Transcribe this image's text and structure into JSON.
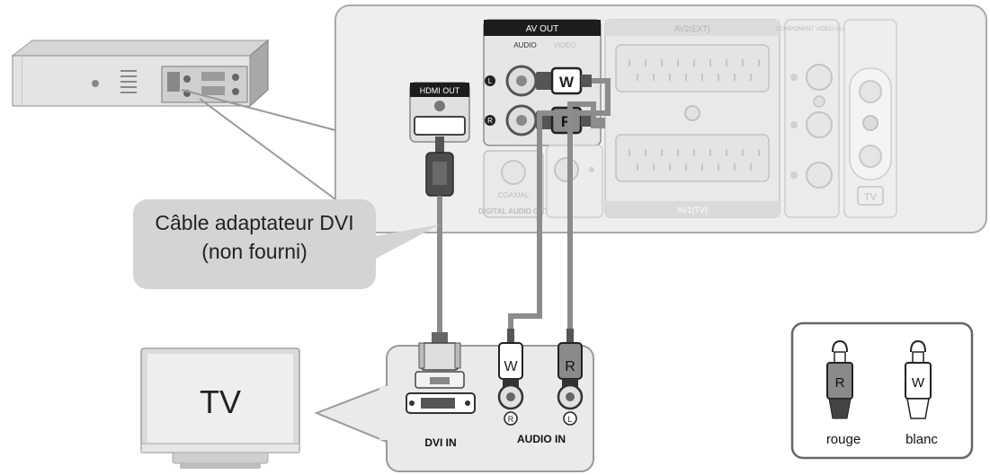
{
  "panel": {
    "av_out": "AV OUT",
    "audio": "AUDIO",
    "video": "VIDEO",
    "av2": "AV2(EXT)",
    "av1": "AV1(TV)",
    "component": "COMPONENT VIDEO OUT",
    "hdmi_out": "HDMI OUT",
    "coaxial": "COAXIAL",
    "digital_audio_out": "DIGITAL AUDIO OUT",
    "tv_jack_label": "TV",
    "left_marker": "L",
    "right_marker": "R"
  },
  "plugs": {
    "white": "W",
    "red": "R"
  },
  "callout": {
    "line1": "Câble adaptateur DVI",
    "line2": "(non fourni)"
  },
  "tv": {
    "label": "TV"
  },
  "tv_panel": {
    "dvi_in": "DVI IN",
    "audio_in": "AUDIO IN",
    "jack_r": "R",
    "jack_l": "L"
  },
  "legend": {
    "rouge": "rouge",
    "blanc": "blanc",
    "red_letter": "R",
    "white_letter": "W"
  },
  "colors": {
    "cable": "#8c8c8c",
    "panel": "#efefef",
    "outline": "#9a9a9a",
    "plug_dark": "#5a5a5a"
  }
}
